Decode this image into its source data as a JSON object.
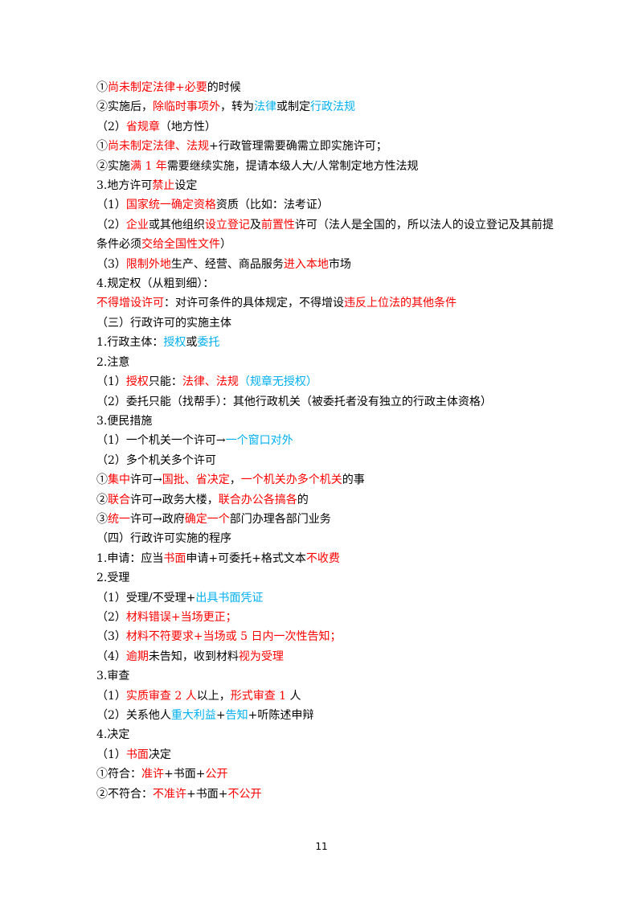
{
  "colors": {
    "red": "#ff0000",
    "blue": "#00b0f0",
    "black": "#000000"
  },
  "lines": [
    [
      [
        "k",
        "①"
      ],
      [
        "r",
        "尚未制定法律+必要"
      ],
      [
        "k",
        "的时候"
      ]
    ],
    [
      [
        "k",
        "②实施后，"
      ],
      [
        "r",
        "除临时事项外"
      ],
      [
        "k",
        "，转为"
      ],
      [
        "b",
        "法律"
      ],
      [
        "k",
        "或制定"
      ],
      [
        "b",
        "行政法规"
      ]
    ],
    [
      [
        "k",
        "（2）"
      ],
      [
        "r",
        "省规章"
      ],
      [
        "k",
        "（地方性）"
      ]
    ],
    [
      [
        "k",
        "①"
      ],
      [
        "r",
        "尚未制定法律、法规"
      ],
      [
        "k",
        "+行政管理需要确需立即实施许可；"
      ]
    ],
    [
      [
        "k",
        "②实施"
      ],
      [
        "r",
        "满 1 年"
      ],
      [
        "k",
        "需要继续实施，提请本级人大/人常制定地方性法规"
      ]
    ],
    [
      [
        "k",
        "3.地方许可"
      ],
      [
        "r",
        "禁止"
      ],
      [
        "k",
        "设定"
      ]
    ],
    [
      [
        "k",
        "（1）"
      ],
      [
        "r",
        "国家统一确定资格"
      ],
      [
        "k",
        "资质（比如：法考证）"
      ]
    ],
    [
      [
        "k",
        "（2）"
      ],
      [
        "r",
        "企业"
      ],
      [
        "k",
        "或其他组织"
      ],
      [
        "r",
        "设立登记"
      ],
      [
        "k",
        "及"
      ],
      [
        "r",
        "前置性"
      ],
      [
        "k",
        "许可（法人是全国的，所以法人的设立登记及其前提条件必须"
      ],
      [
        "r",
        "交给全国性文件"
      ],
      [
        "k",
        "）"
      ]
    ],
    [
      [
        "k",
        "（3）"
      ],
      [
        "r",
        "限制外地"
      ],
      [
        "k",
        "生产、经营、商品服务"
      ],
      [
        "r",
        "进入本地"
      ],
      [
        "k",
        "市场"
      ]
    ],
    [
      [
        "k",
        "4.规定权（从粗到细）："
      ]
    ],
    [
      [
        "k",
        "  "
      ],
      [
        "r",
        "不得增设许可"
      ],
      [
        "k",
        "：对许可条件的具体规定，不得增设"
      ],
      [
        "r",
        "违反上位法的其他条件"
      ]
    ],
    [
      [
        "k",
        "（三）行政许可的实施主体"
      ]
    ],
    [
      [
        "k",
        "1.行政主体："
      ],
      [
        "b",
        "授权"
      ],
      [
        "k",
        "或"
      ],
      [
        "b",
        "委托"
      ]
    ],
    [
      [
        "k",
        "2.注意"
      ]
    ],
    [
      [
        "k",
        "（1）"
      ],
      [
        "r",
        "授权"
      ],
      [
        "k",
        "只能："
      ],
      [
        "r",
        "法律、法规"
      ],
      [
        "b",
        "（规章无授权）"
      ]
    ],
    [
      [
        "k",
        "（2）委托只能（找帮手）：其他行政机关（被委托者没有独立的行政主体资格）"
      ]
    ],
    [
      [
        "k",
        "3.便民措施"
      ]
    ],
    [
      [
        "k",
        "（1）一个机关一个许可→"
      ],
      [
        "b",
        "一个窗口对外"
      ]
    ],
    [
      [
        "k",
        "（2）多个机关多个许可"
      ]
    ],
    [
      [
        "k",
        "①"
      ],
      [
        "r",
        "集中"
      ],
      [
        "k",
        "许可→"
      ],
      [
        "r",
        "国批、省决定"
      ],
      [
        "k",
        "，"
      ],
      [
        "r",
        "一个机关办多个机关"
      ],
      [
        "k",
        "的事"
      ]
    ],
    [
      [
        "k",
        "②"
      ],
      [
        "r",
        "联合"
      ],
      [
        "k",
        "许可→政务大楼，"
      ],
      [
        "r",
        "联合办公各搞各"
      ],
      [
        "k",
        "的"
      ]
    ],
    [
      [
        "k",
        "③"
      ],
      [
        "r",
        "统一"
      ],
      [
        "k",
        "许可→政府"
      ],
      [
        "r",
        "确定一个"
      ],
      [
        "k",
        "部门办理各部门业务"
      ]
    ],
    [
      [
        "k",
        "（四）行政许可实施的程序"
      ]
    ],
    [
      [
        "k",
        "1.申请：应当"
      ],
      [
        "r",
        "书面"
      ],
      [
        "k",
        "申请+可委托+格式文本"
      ],
      [
        "r",
        "不收费"
      ]
    ],
    [
      [
        "k",
        "2.受理"
      ]
    ],
    [
      [
        "k",
        "（1）受理/不受理+"
      ],
      [
        "b",
        "出具书面凭证"
      ]
    ],
    [
      [
        "k",
        "（2）"
      ],
      [
        "r",
        "材料错误+当场更正；"
      ]
    ],
    [
      [
        "k",
        "（3）"
      ],
      [
        "r",
        "材料不符要求+当场或 5 日内一次性告知；"
      ]
    ],
    [
      [
        "k",
        "（4）"
      ],
      [
        "r",
        "逾期"
      ],
      [
        "k",
        "未告知，收到材料"
      ],
      [
        "r",
        "视为受理"
      ]
    ],
    [
      [
        "k",
        "3.审查"
      ]
    ],
    [
      [
        "k",
        "（1）"
      ],
      [
        "r",
        "实质审查 2 人"
      ],
      [
        "k",
        "以上，"
      ],
      [
        "r",
        "形式审查 1"
      ],
      [
        "k",
        " 人"
      ]
    ],
    [
      [
        "k",
        "（2）关系他人"
      ],
      [
        "b",
        "重大利益"
      ],
      [
        "k",
        "+"
      ],
      [
        "b",
        "告知"
      ],
      [
        "k",
        "+听陈述申辩"
      ]
    ],
    [
      [
        "k",
        "4.决定"
      ]
    ],
    [
      [
        "k",
        "（1）"
      ],
      [
        "r",
        "书面"
      ],
      [
        "k",
        "决定"
      ]
    ],
    [
      [
        "k",
        "①符合："
      ],
      [
        "r",
        "准许"
      ],
      [
        "k",
        "+书面+"
      ],
      [
        "r",
        "公开"
      ]
    ],
    [
      [
        "k",
        "②不符合："
      ],
      [
        "r",
        "不准许"
      ],
      [
        "k",
        "+书面+"
      ],
      [
        "r",
        "不公开"
      ]
    ]
  ],
  "page_number": "11"
}
